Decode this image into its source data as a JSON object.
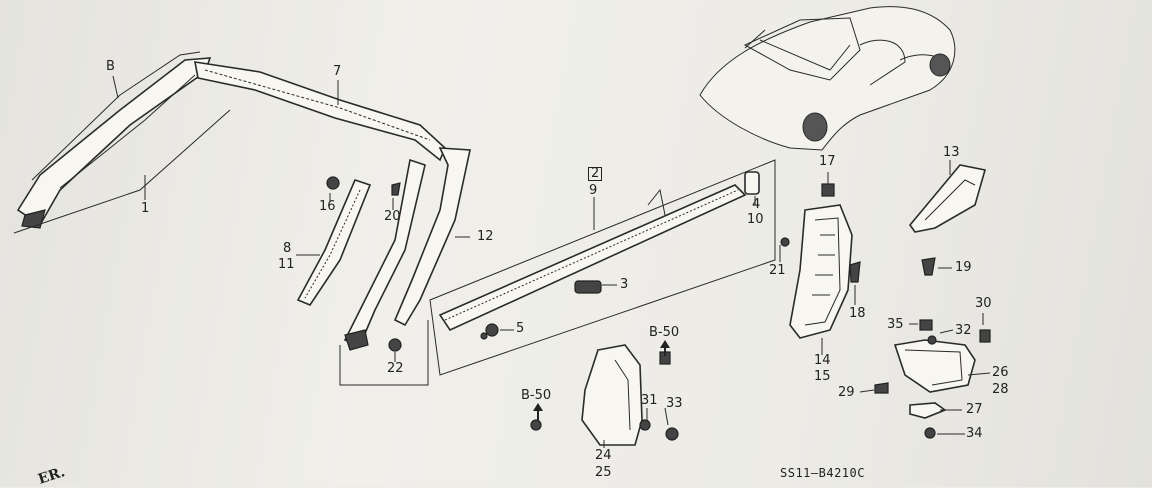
{
  "diagram": {
    "code": "SS11—B4210C",
    "corner_text": "ER.",
    "callouts": [
      {
        "id": "B",
        "text": "B"
      },
      {
        "id": "7",
        "text": "7"
      },
      {
        "id": "1",
        "text": "1"
      },
      {
        "id": "16",
        "text": "16"
      },
      {
        "id": "20",
        "text": "20"
      },
      {
        "id": "8",
        "text": "8"
      },
      {
        "id": "11",
        "text": "11"
      },
      {
        "id": "12",
        "text": "12"
      },
      {
        "id": "22",
        "text": "22"
      },
      {
        "id": "2",
        "text": "2"
      },
      {
        "id": "9",
        "text": "9"
      },
      {
        "id": "4",
        "text": "4"
      },
      {
        "id": "10",
        "text": "10"
      },
      {
        "id": "3",
        "text": "3"
      },
      {
        "id": "5",
        "text": "5"
      },
      {
        "id": "b50a",
        "text": "B-50"
      },
      {
        "id": "b50b",
        "text": "B-50"
      },
      {
        "id": "31",
        "text": "31"
      },
      {
        "id": "33",
        "text": "33"
      },
      {
        "id": "24",
        "text": "24"
      },
      {
        "id": "25",
        "text": "25"
      },
      {
        "id": "17",
        "text": "17"
      },
      {
        "id": "21",
        "text": "21"
      },
      {
        "id": "18",
        "text": "18"
      },
      {
        "id": "14",
        "text": "14"
      },
      {
        "id": "15",
        "text": "15"
      },
      {
        "id": "13",
        "text": "13"
      },
      {
        "id": "19",
        "text": "19"
      },
      {
        "id": "30",
        "text": "30"
      },
      {
        "id": "35",
        "text": "35"
      },
      {
        "id": "32",
        "text": "32"
      },
      {
        "id": "26",
        "text": "26"
      },
      {
        "id": "28",
        "text": "28"
      },
      {
        "id": "29",
        "text": "29"
      },
      {
        "id": "27",
        "text": "27"
      },
      {
        "id": "34",
        "text": "34"
      }
    ]
  }
}
